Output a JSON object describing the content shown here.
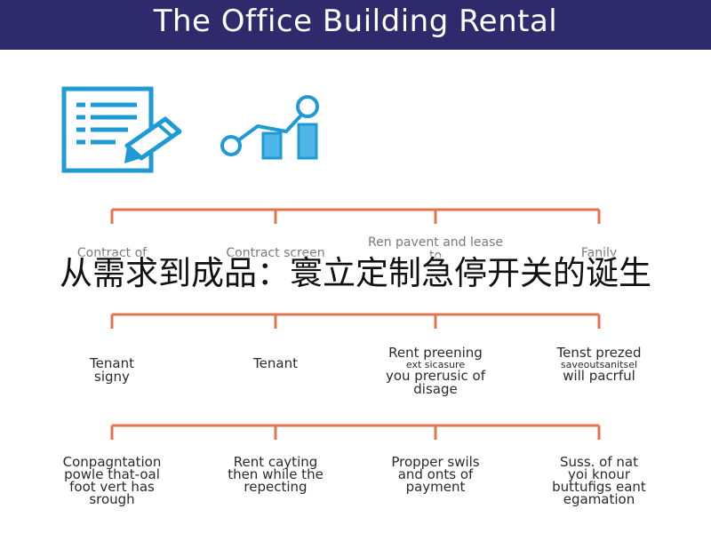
{
  "header": {
    "title": "The Office Building Rental"
  },
  "icons": {
    "document": "document-pencil-icon",
    "chart": "growth-chart-icon",
    "stroke_color": "#1e9ad6",
    "fill_color": "#4fb6e8"
  },
  "colors": {
    "header_bg": "#2f2a6b",
    "connector": "#e0754f"
  },
  "row1": [
    {
      "text": "Contract of"
    },
    {
      "text": "Contract screen"
    },
    {
      "text": "Ren pavent and lease to"
    },
    {
      "text": "Fanily"
    }
  ],
  "row2": [
    {
      "line1": "Tenant",
      "line2": "signy",
      "line3": "",
      "line4": ""
    },
    {
      "line1": "Tenant",
      "line2": "",
      "line3": "",
      "line4": ""
    },
    {
      "line1": "Rent preening",
      "line2": "ext sicasure",
      "line3": "you prerusic of",
      "line4": "disage"
    },
    {
      "line1": "Tenst prezed",
      "line2": "saveoutsanitsel",
      "line3": "will pacrful",
      "line4": ""
    }
  ],
  "row3": [
    {
      "line1": "Conpagntation",
      "line2": "powle that-oal",
      "line3": "foot vert has",
      "line4": "srough"
    },
    {
      "line1": "Rent cayting",
      "line2": "then while the",
      "line3": "repecting",
      "line4": ""
    },
    {
      "line1": "Propper swils",
      "line2": "and onts of",
      "line3": "payment",
      "line4": ""
    },
    {
      "line1": "Suss. of nat",
      "line2": "yoi knour",
      "line3": "buttufigs eant",
      "line4": "egamation"
    }
  ],
  "overlay": {
    "text": "从需求到成品：寰立定制急停开关的诞生"
  }
}
